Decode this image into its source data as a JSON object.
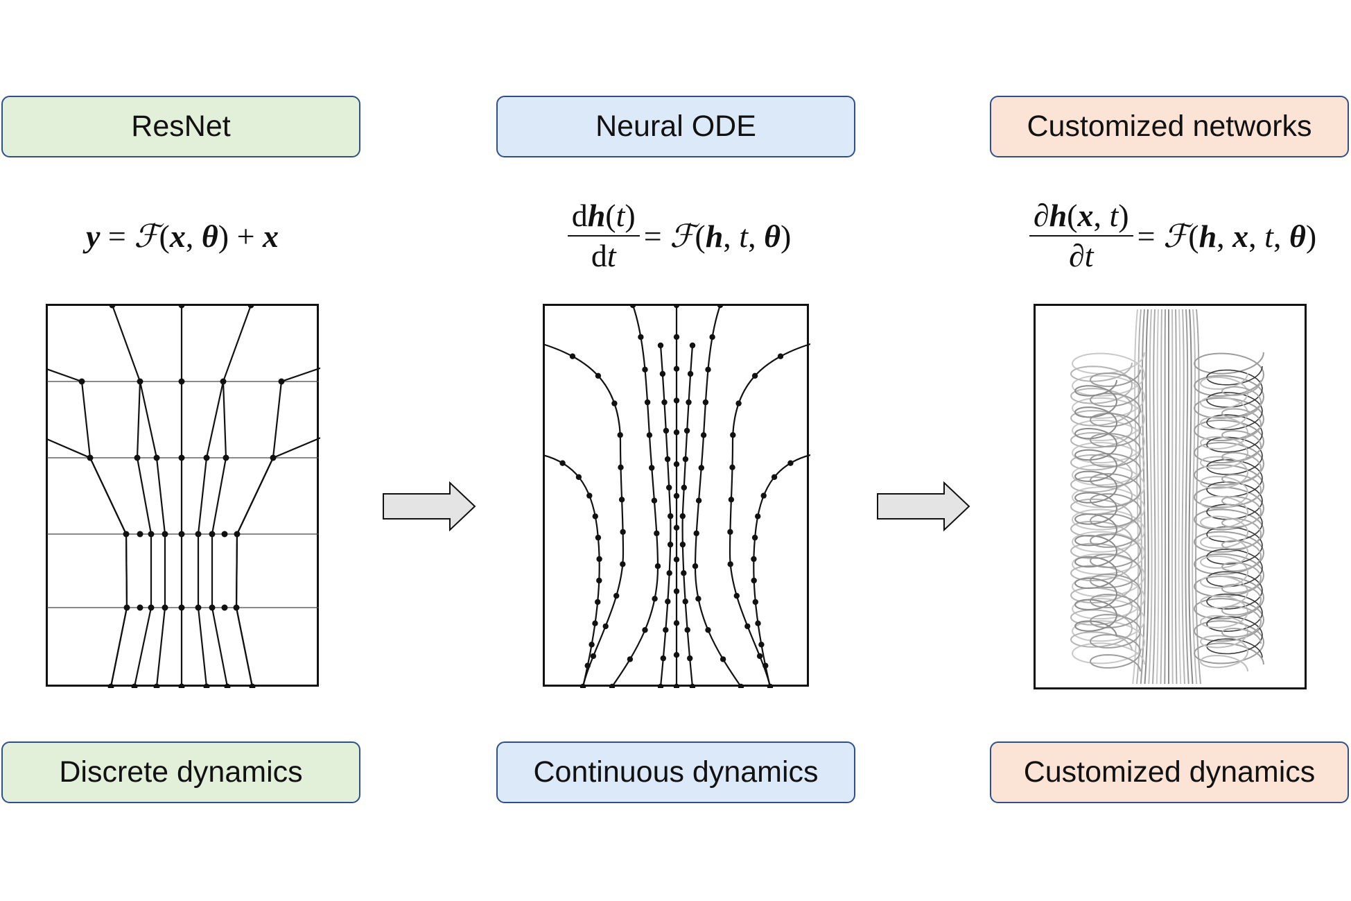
{
  "columns": [
    {
      "top_label": "ResNet",
      "bottom_label": "Discrete dynamics",
      "color": "#e2efd9"
    },
    {
      "top_label": "Neural ODE",
      "bottom_label": "Continuous dynamics",
      "color": "#dce9f8"
    },
    {
      "top_label": "Customized networks",
      "bottom_label": "Customized dynamics",
      "color": "#fbe3d6"
    }
  ],
  "colors": {
    "border": "#2f4f8a",
    "arrow_fill": "#e4e4e4",
    "line": "#111111",
    "spiral_gray": "#9a9a9a"
  },
  "icons": [
    "right-arrow-icon",
    "right-arrow-icon"
  ]
}
